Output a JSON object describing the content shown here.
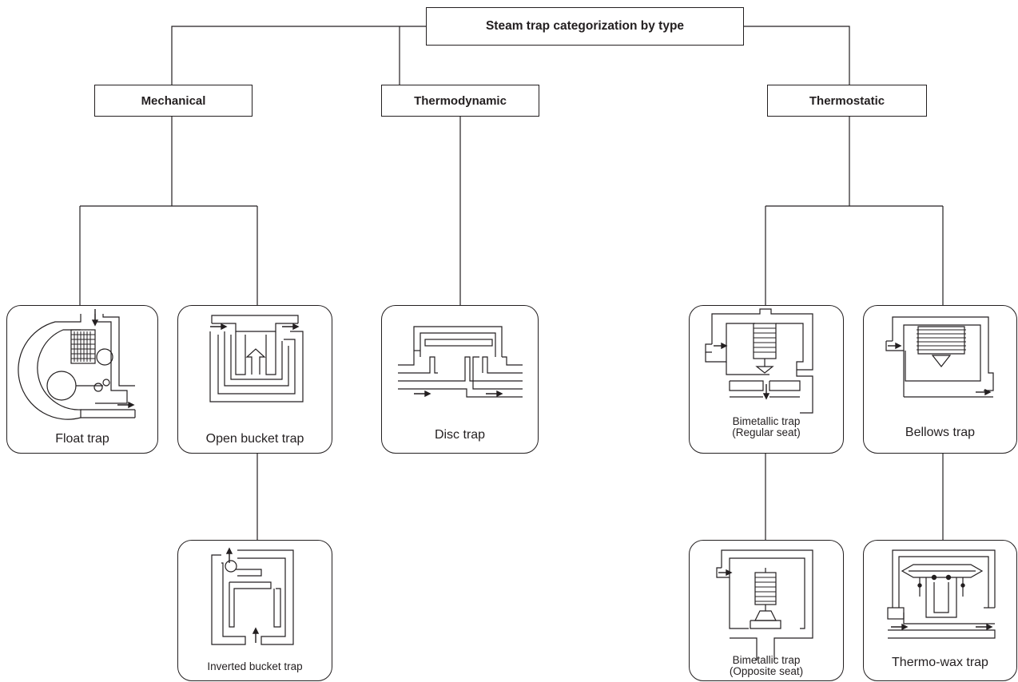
{
  "title": "Steam trap categorization by type",
  "categories": {
    "mechanical": "Mechanical",
    "thermodynamic": "Thermodynamic",
    "thermostatic": "Thermostatic"
  },
  "traps": {
    "float": "Float trap",
    "open_bucket": "Open bucket trap",
    "inverted_bucket": "Inverted bucket trap",
    "disc": "Disc trap",
    "bimetallic_regular": [
      "Bimetallic trap",
      "(Regular seat)"
    ],
    "bellows": "Bellows trap",
    "bimetallic_opposite": [
      "Bimetallic trap",
      "(Opposite seat)"
    ],
    "thermo_wax": "Thermo-wax trap"
  }
}
